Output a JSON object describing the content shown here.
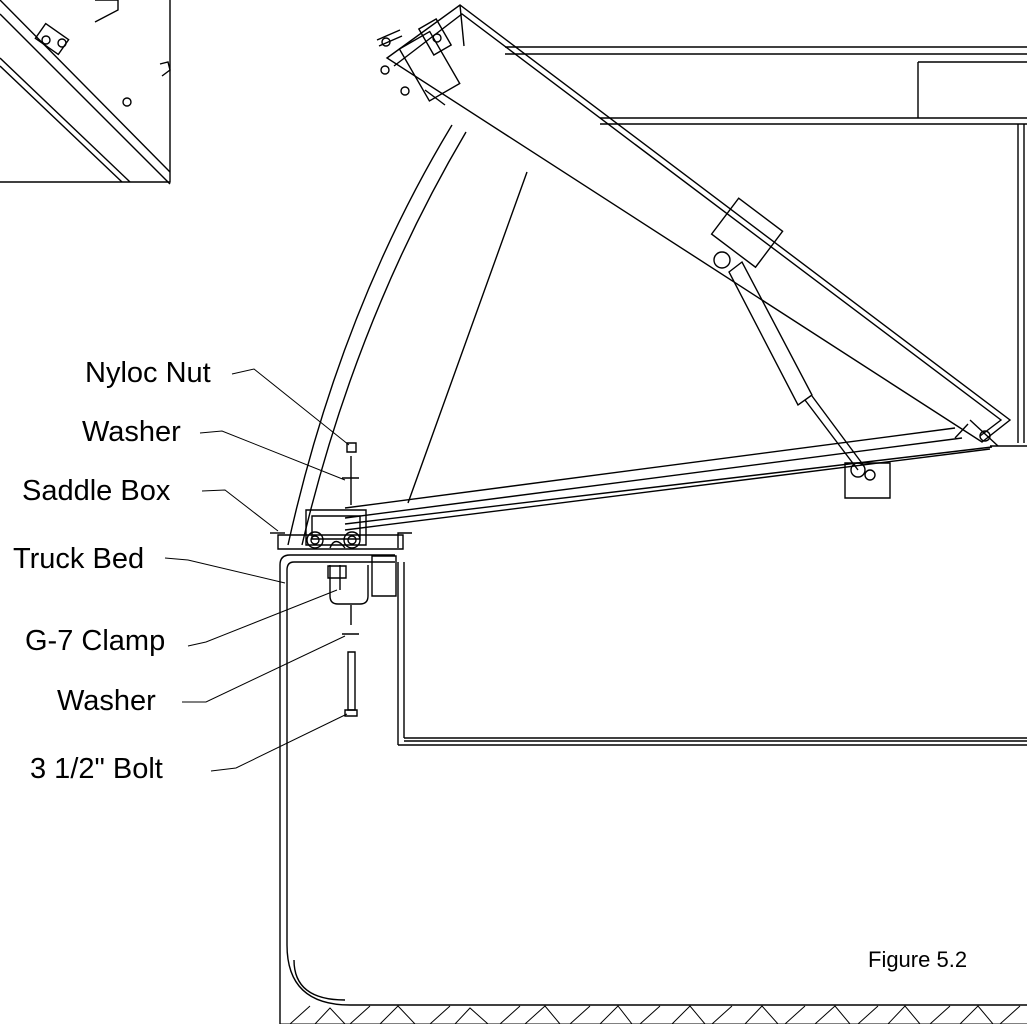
{
  "figure": {
    "label": "Figure 5.2"
  },
  "callouts": {
    "nyloc_nut": "Nyloc Nut",
    "washer_top": "Washer",
    "saddle_box": "Saddle Box",
    "truck_bed": "Truck Bed",
    "g7_clamp": "G-7 Clamp",
    "washer_bottom": "Washer",
    "bolt": "3 1/2\" Bolt"
  },
  "colors": {
    "line": "#000000",
    "background": "#ffffff"
  }
}
